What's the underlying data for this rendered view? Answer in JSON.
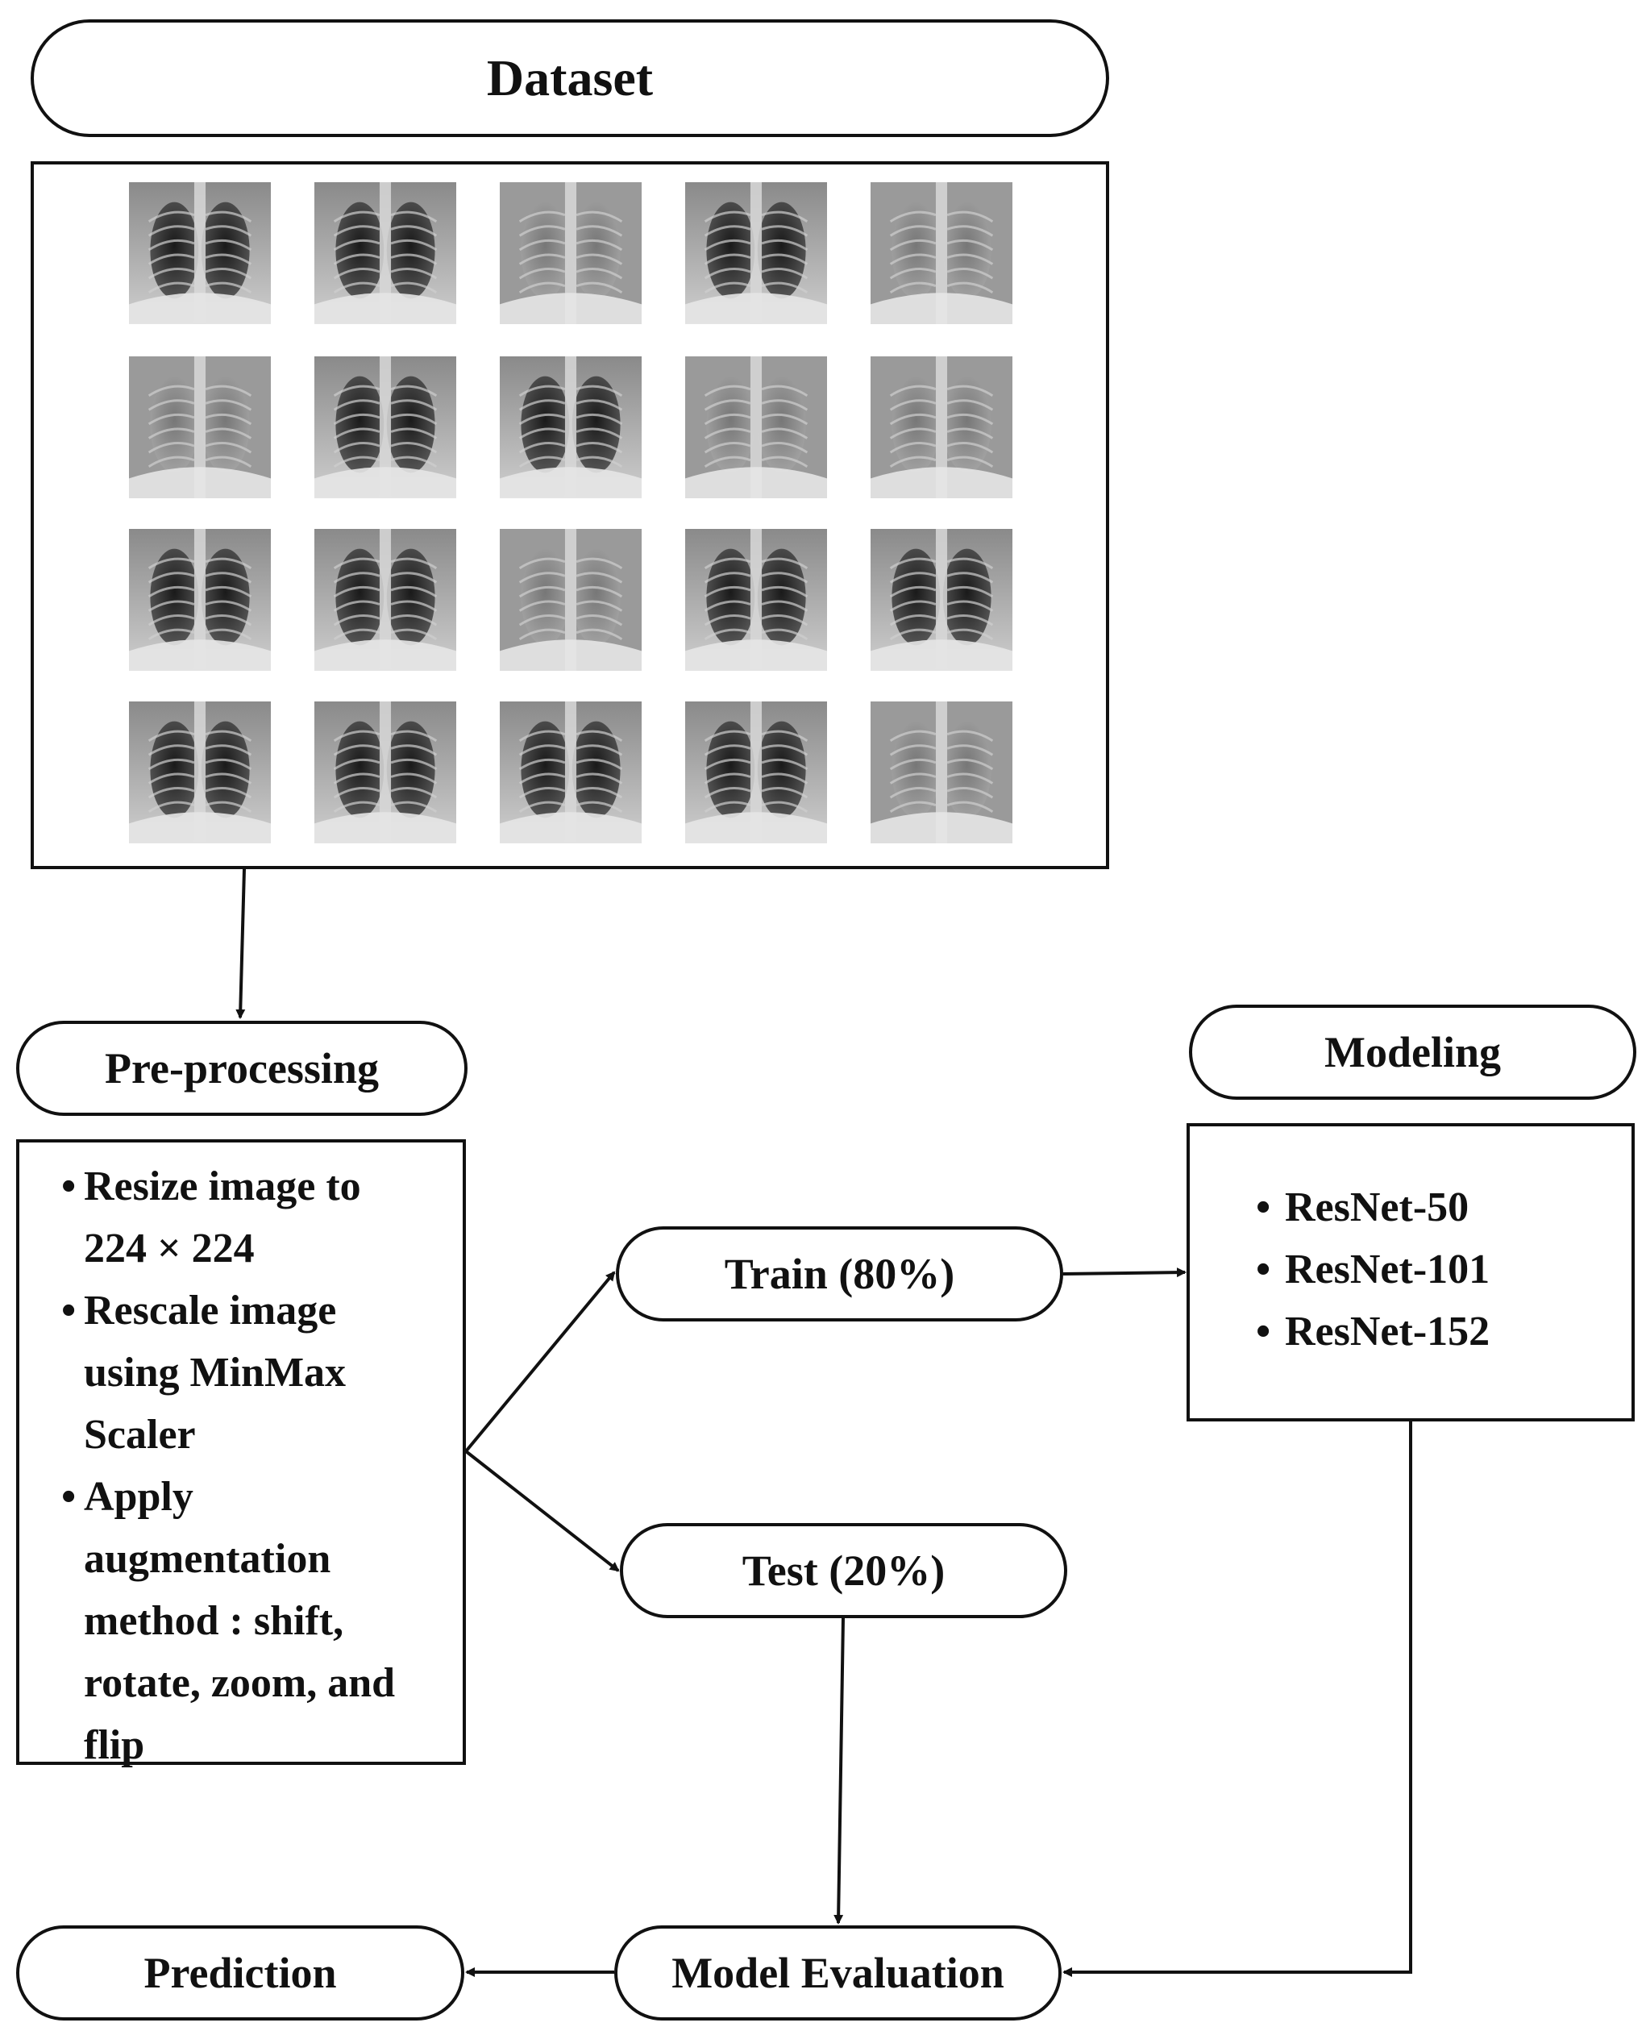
{
  "dataset": {
    "title": "Dataset"
  },
  "preprocessing": {
    "title": "Pre-processing",
    "steps": [
      {
        "line1": "Resize image to",
        "line2": "224 × 224"
      },
      {
        "line1": "Rescale image",
        "line2": "using MinMax",
        "line3": "Scaler"
      },
      {
        "line1": "Apply",
        "line2": "augmentation",
        "line3": "method : shift,",
        "line4": "rotate, zoom, and",
        "line5": "flip"
      }
    ]
  },
  "split": {
    "train": "Train (80%)",
    "test": "Test (20%)"
  },
  "modeling": {
    "title": "Modeling",
    "models": [
      "ResNet-50",
      "ResNet-101",
      "ResNet-152"
    ]
  },
  "evaluation": {
    "title": "Model Evaluation"
  },
  "prediction": {
    "title": "Prediction"
  }
}
